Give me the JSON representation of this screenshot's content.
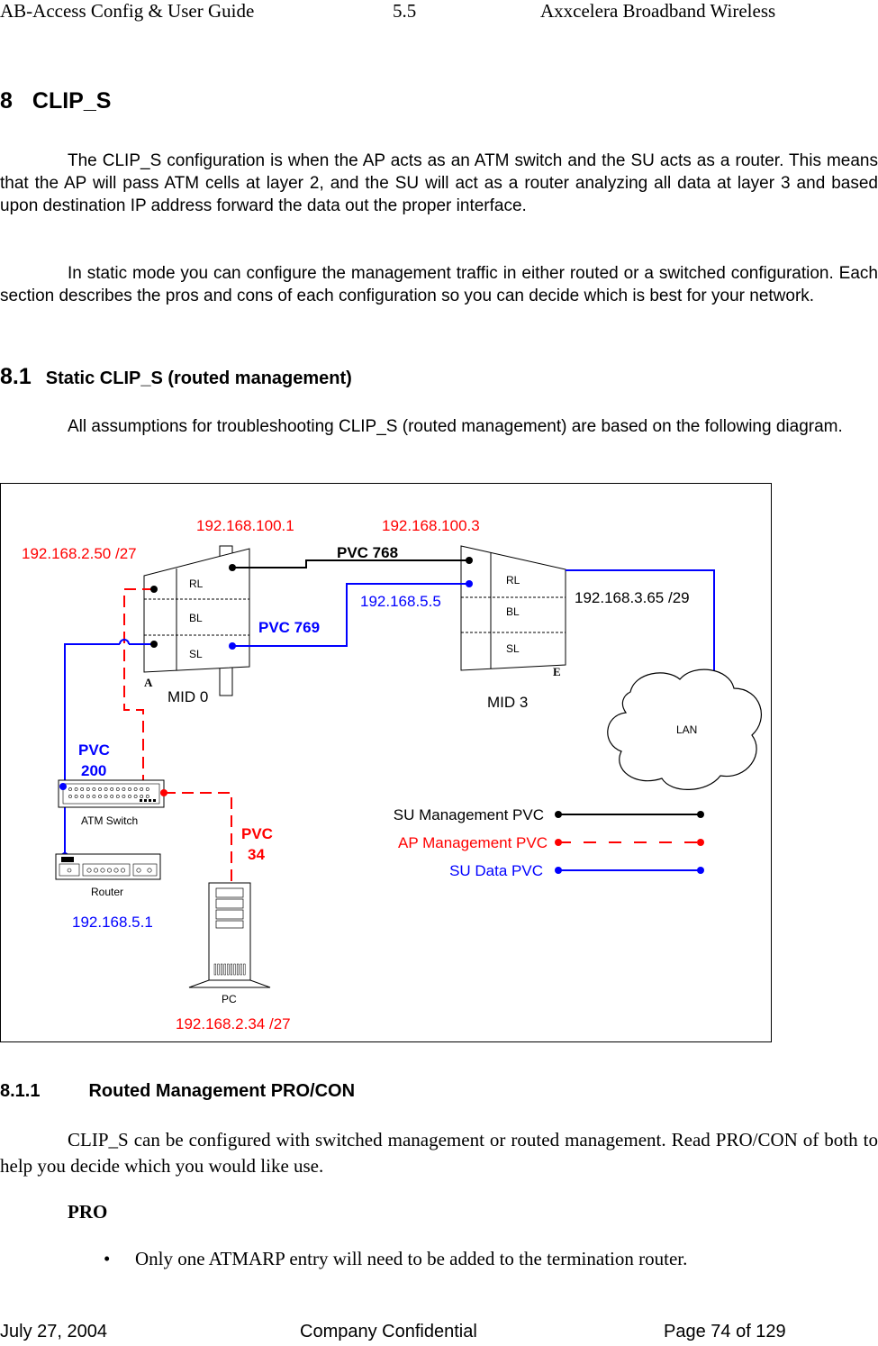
{
  "header": {
    "left": "AB-Access Config & User Guide",
    "center": "5.5",
    "right": "Axxcelera Broadband Wireless"
  },
  "section": {
    "number": "8",
    "title": "CLIP_S"
  },
  "intro_paragraphs": [
    "The CLIP_S configuration is when the AP acts as an ATM switch and the SU acts as a router. This means that the AP will pass ATM cells at layer 2, and the SU will act as a router analyzing all data at layer 3 and based upon destination IP address forward the data out the proper interface.",
    "In static mode you can configure the management traffic in either routed or a switched configuration. Each section describes the pros and cons of each configuration so you can decide which is best for your network."
  ],
  "subsection": {
    "number": "8.1",
    "title": "Static CLIP_S (routed management)"
  },
  "subsection_paragraph": "All assumptions for troubleshooting CLIP_S (routed management) are based on the following diagram.",
  "diagram": {
    "ip_ap": "192.168.100.1",
    "ip_su": "192.168.100.3",
    "ip_ap_mgmt": "192.168.2.50 /27",
    "pvc_768": "PVC 768",
    "pvc_769": "PVC 769",
    "ip_su_data": "192.168.5.5",
    "ip_su_lan": "192.168.3.65 /29",
    "mid0": "MID 0",
    "mid3": "MID 3",
    "label_a": "A",
    "label_e": "E",
    "rl": "RL",
    "bl": "BL",
    "sl": "SL",
    "lan": "LAN",
    "pvc200_line1": "PVC",
    "pvc200_line2": "200",
    "pvc34_line1": "PVC",
    "pvc34_line2": "34",
    "atm_switch": "ATM Switch",
    "router": "Router",
    "ip_router": "192.168.5.1",
    "pc": "PC",
    "ip_pc": "192.168.2.34 /27",
    "legend": [
      {
        "label": "SU Management PVC",
        "color": "#000000",
        "style": "solid"
      },
      {
        "label": "AP Management PVC",
        "color": "#ff0000",
        "style": "dashed"
      },
      {
        "label": "SU Data PVC",
        "color": "#0000ff",
        "style": "solid"
      }
    ],
    "colors": {
      "red": "#ff0000",
      "blue": "#0000ff",
      "black": "#000000"
    }
  },
  "subsubsection": {
    "number": "8.1.1",
    "title": "Routed Management PRO/CON"
  },
  "procon_paragraph": "CLIP_S can be configured with switched management or routed management. Read PRO/CON of both to help you decide which you would like use.",
  "pro_heading": "PRO",
  "pro_items": [
    "Only one ATMARP entry will need to be added to the termination router."
  ],
  "footer": {
    "date": "July 27, 2004",
    "center": "Company Confidential",
    "page": "Page 74 of 129"
  }
}
